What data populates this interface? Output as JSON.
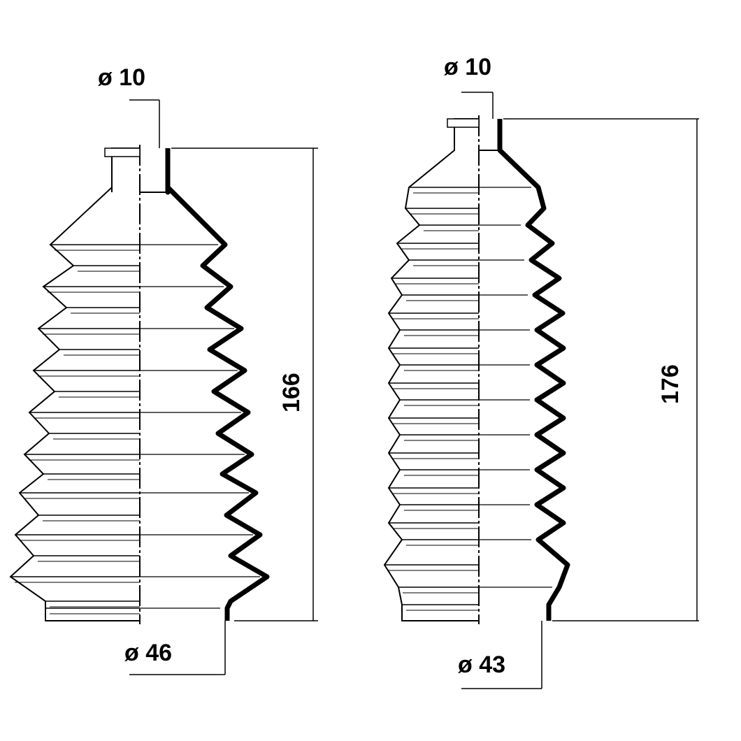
{
  "diagram": {
    "boots": [
      {
        "name": "left-boot",
        "top_diameter": "ø 10",
        "bottom_diameter": "ø 46",
        "length": "166"
      },
      {
        "name": "right-boot",
        "top_diameter": "ø 10",
        "bottom_diameter": "ø 43",
        "length": "176"
      }
    ],
    "colors": {
      "line": "#000000",
      "background": "#ffffff",
      "hatch": "#555555"
    }
  }
}
